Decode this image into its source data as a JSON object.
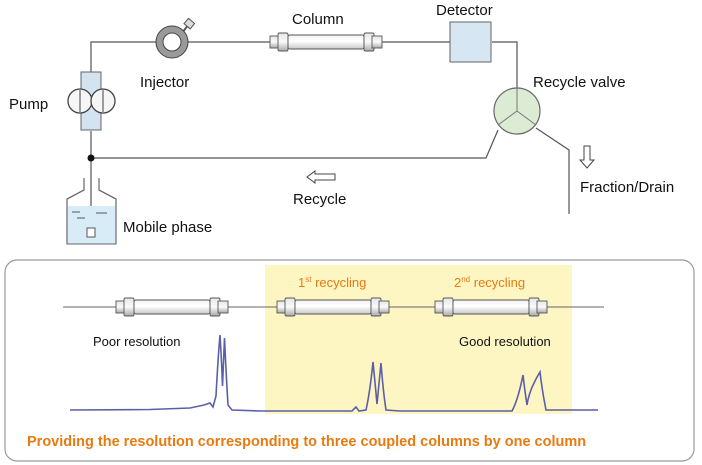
{
  "labels": {
    "pump": "Pump",
    "injector": "Injector",
    "column": "Column",
    "detector": "Detector",
    "recycle_valve": "Recycle valve",
    "fraction_drain": "Fraction/Drain",
    "recycle": "Recycle",
    "mobile_phase": "Mobile phase"
  },
  "panel": {
    "first_recycling": {
      "num": "1",
      "sup": "st",
      "text": " recycling"
    },
    "second_recycling": {
      "num": "2",
      "sup": "nd",
      "text": " recycling"
    },
    "poor_resolution": "Poor resolution",
    "good_resolution": "Good resolution",
    "caption": "Providing the resolution corresponding to three coupled columns by one column"
  },
  "colors": {
    "highlight": "#fdf6c3",
    "accent": "#e87a10",
    "chromatogram": "#5b5fa8",
    "valve_fill": "#dcecd4",
    "detector_fill": "#d6e6f2",
    "mobile_phase_fill": "#d8ecf8"
  }
}
